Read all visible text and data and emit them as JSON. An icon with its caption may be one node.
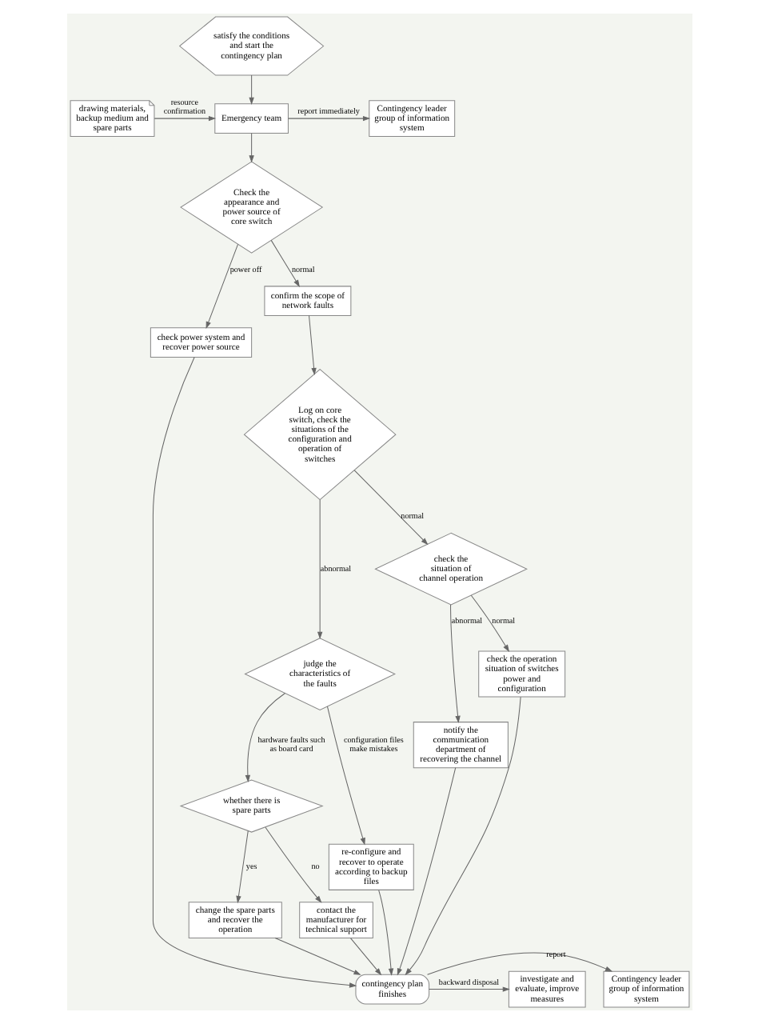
{
  "diagram": {
    "nodes": [
      {
        "text": [
          "satisfy the conditions and start the contingency plan"
        ]
      },
      {
        "text": [
          "Contingency leader group of information system"
        ]
      },
      {
        "text": [
          "Emergency team"
        ]
      },
      {
        "text": [
          "drawing materials, backup medium and spare parts"
        ]
      },
      {
        "text": [
          "Check the appearance and power source of core switch"
        ]
      },
      {
        "text": [
          "check power system and recover power source"
        ]
      },
      {
        "text": [
          "confirm the scope of network faults"
        ]
      },
      {
        "text": [
          "Log on core switch, check the situations of the configuration and operation of switches"
        ]
      },
      {
        "text": [
          "judge the characteristics of the faults"
        ]
      },
      {
        "text": [
          "check the situation of channel operation"
        ]
      },
      {
        "text": [
          "whether there is spare parts"
        ]
      },
      {
        "text": [
          "notify the communication department of recovering the channel"
        ]
      },
      {
        "text": [
          "check the operation situation of switches power and configuration"
        ]
      },
      {
        "text": [
          "re-configure and recover to operate according to backup files"
        ]
      },
      {
        "text": [
          "change the spare parts and recover the operation"
        ]
      },
      {
        "text": [
          "contact the manufacturer for technical support"
        ]
      },
      {
        "text": [
          "Contingency leader group of information system"
        ]
      },
      {
        "text": [
          "contingency plan finishes"
        ]
      },
      {
        "text": [
          "investigate and evaluate, improve measures"
        ]
      }
    ],
    "edges": [
      {
        "from": 0,
        "to": 2,
        "arrow": "to"
      },
      {
        "from": 2,
        "to": 1,
        "arrow": "to",
        "label": "report immediately"
      },
      {
        "from": 3,
        "to": 2,
        "arrow": "to",
        "label": "resource confirmation"
      },
      {
        "from": 2,
        "to": 4,
        "arrow": "to"
      },
      {
        "from": 4,
        "to": 5,
        "arrow": "to",
        "label": "power off"
      },
      {
        "from": 4,
        "to": 6,
        "arrow": "to",
        "label": "normal"
      },
      {
        "from": 6,
        "to": 7,
        "arrow": "to"
      },
      {
        "from": 7,
        "to": 8,
        "arrow": "to",
        "label": "abnormal"
      },
      {
        "from": 7,
        "to": 9,
        "arrow": "to",
        "label": "normal"
      },
      {
        "from": 8,
        "to": 10,
        "arrow": "to",
        "label": "hardware faults such as board card"
      },
      {
        "from": 8,
        "to": 13,
        "arrow": "to",
        "label": "configuration files make mistakes"
      },
      {
        "from": 9,
        "to": 11,
        "arrow": "to",
        "label": "abnormal"
      },
      {
        "from": 9,
        "to": 12,
        "arrow": "to",
        "label": "normal"
      },
      {
        "from": 10,
        "to": 14,
        "arrow": "to",
        "label": "yes"
      },
      {
        "from": 10,
        "to": 15,
        "arrow": "to",
        "label": "no"
      },
      {
        "from": 5,
        "to": 17,
        "arrow": "to"
      },
      {
        "from": 11,
        "to": 17,
        "arrow": "to"
      },
      {
        "from": 12,
        "to": 17,
        "arrow": "to"
      },
      {
        "from": 13,
        "to": 17,
        "arrow": "to"
      },
      {
        "from": 14,
        "to": 17,
        "arrow": "to"
      },
      {
        "from": 15,
        "to": 17,
        "arrow": "to"
      },
      {
        "from": 17,
        "to": 16,
        "arrow": "to",
        "label": "report"
      },
      {
        "from": 17,
        "to": 18,
        "arrow": "to",
        "label": "backward disposal"
      }
    ]
  }
}
